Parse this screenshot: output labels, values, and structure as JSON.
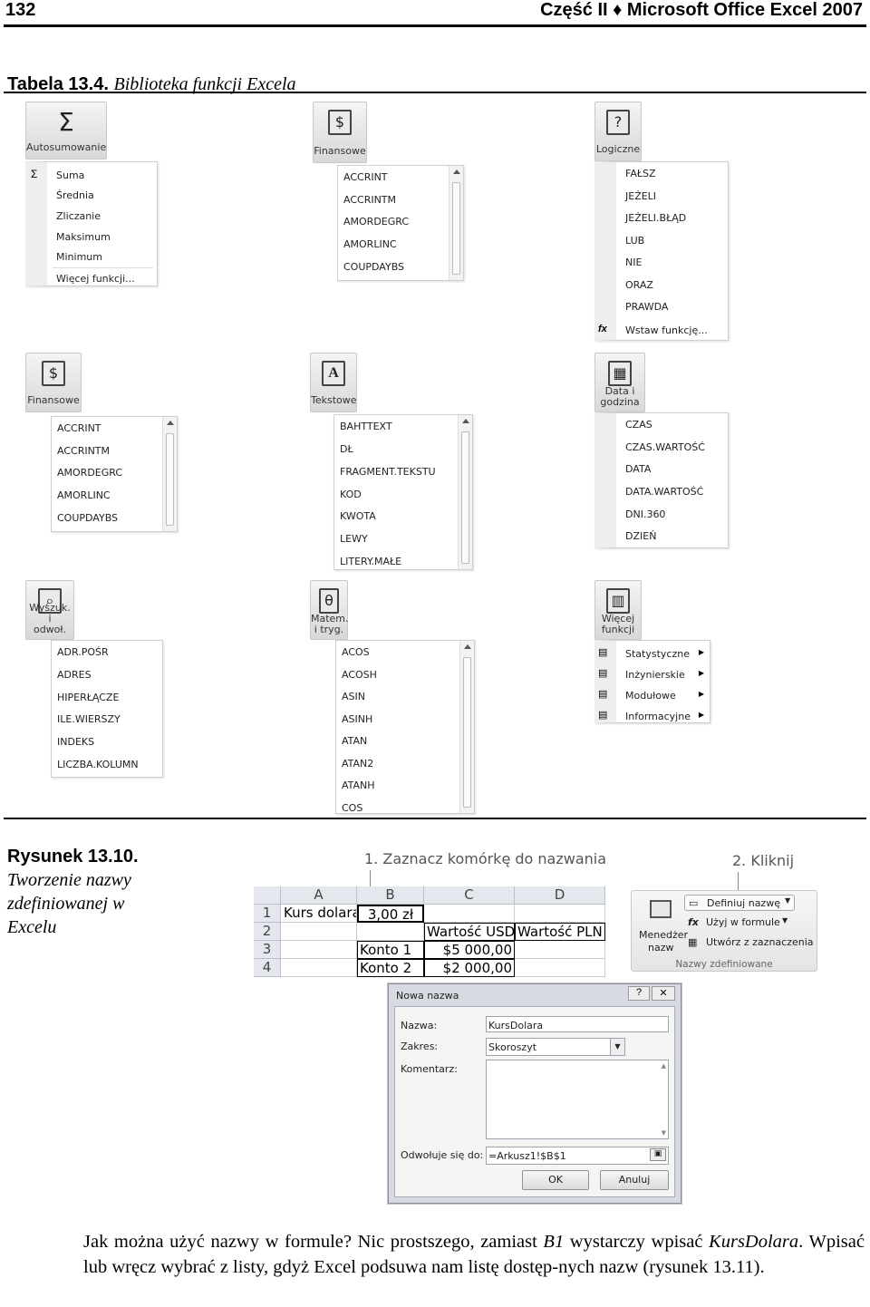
{
  "header": {
    "page_number": "132",
    "title": "Część II ♦ Microsoft Office Excel 2007"
  },
  "table_caption": {
    "label": "Tabela 13.4.",
    "text": "Biblioteka funkcji Excela"
  },
  "gallery": {
    "autosum": {
      "button": "Autosumowanie",
      "items": [
        "Suma",
        "Średnia",
        "Zliczanie",
        "Maksimum",
        "Minimum"
      ],
      "footer": "Więcej funkcji..."
    },
    "financial1": {
      "button": "Finansowe",
      "items": [
        "ACCRINT",
        "ACCRINTM",
        "AMORDEGRC",
        "AMORLINC",
        "COUPDAYBS"
      ]
    },
    "logical": {
      "button": "Logiczne",
      "items": [
        "FAŁSZ",
        "JEŻELI",
        "JEŻELI.BŁĄD",
        "LUB",
        "NIE",
        "ORAZ",
        "PRAWDA"
      ],
      "footer": "Wstaw funkcję..."
    },
    "financial2": {
      "button": "Finansowe",
      "items": [
        "ACCRINT",
        "ACCRINTM",
        "AMORDEGRC",
        "AMORLINC",
        "COUPDAYBS"
      ]
    },
    "text": {
      "button": "Tekstowe",
      "items": [
        "BAHTTEXT",
        "DŁ",
        "FRAGMENT.TEKSTU",
        "KOD",
        "KWOTA",
        "LEWY",
        "LITERY.MAŁE"
      ]
    },
    "datetime": {
      "button1": "Data i",
      "button2": "godzina",
      "items": [
        "CZAS",
        "CZAS.WARTOŚĆ",
        "DATA",
        "DATA.WARTOŚĆ",
        "DNI.360",
        "DZIEŃ"
      ]
    },
    "lookup": {
      "button1": "Wyszuk. i",
      "button2": "odwoł.",
      "items": [
        "ADR.POŚR",
        "ADRES",
        "HIPERŁĄCZE",
        "ILE.WIERSZY",
        "INDEKS",
        "LICZBA.KOLUMN"
      ]
    },
    "math": {
      "button1": "Matem.",
      "button2": "i tryg.",
      "items": [
        "ACOS",
        "ACOSH",
        "ASIN",
        "ASINH",
        "ATAN",
        "ATAN2",
        "ATANH",
        "COS"
      ]
    },
    "more": {
      "button1": "Więcej",
      "button2": "funkcji",
      "items": [
        "Statystyczne",
        "Inżynierskie",
        "Modułowe",
        "Informacyjne"
      ]
    }
  },
  "figure_caption": {
    "label": "Rysunek 13.10.",
    "text": "Tworzenie nazwy zdefiniowanej w Excelu"
  },
  "annotations": {
    "step1": "1. Zaznacz komórkę do nazwania",
    "step2": "2. Kliknij"
  },
  "sheet": {
    "columns": [
      "A",
      "B",
      "C",
      "D"
    ],
    "rows": [
      "1",
      "2",
      "3",
      "4"
    ],
    "a1": "Kurs dolara",
    "b1": "3,00 zł",
    "c2": "Wartość USD",
    "d2": "Wartość PLN",
    "b3": "Konto 1",
    "c3": "$5 000,00",
    "b4": "Konto 2",
    "c4": "$2 000,00"
  },
  "ribbon_group": {
    "manager": "Menedżer",
    "manager2": "nazw",
    "define": "Definiuj nazwę",
    "use": "Użyj w formule",
    "create": "Utwórz z zaznaczenia",
    "group_label": "Nazwy zdefiniowane"
  },
  "dialog": {
    "title": "Nowa nazwa",
    "name_label": "Nazwa:",
    "name_value": "KursDolara",
    "scope_label": "Zakres:",
    "scope_value": "Skoroszyt",
    "comment_label": "Komentarz:",
    "refers_label": "Odwołuje się do:",
    "refers_value": "=Arkusz1!$B$1",
    "ok": "OK",
    "cancel": "Anuluj"
  },
  "body": {
    "p1": "Jak można użyć nazwy w formule? Nic prostszego, zamiast ",
    "p1_i": "B1",
    "p2": " wystarczy wpisać ",
    "p2_i": "KursDolara",
    "p3": ". Wpisać lub wręcz wybrać z listy, gdyż Excel podsuwa nam listę dostęp-nych nazw (rysunek 13.11)."
  }
}
